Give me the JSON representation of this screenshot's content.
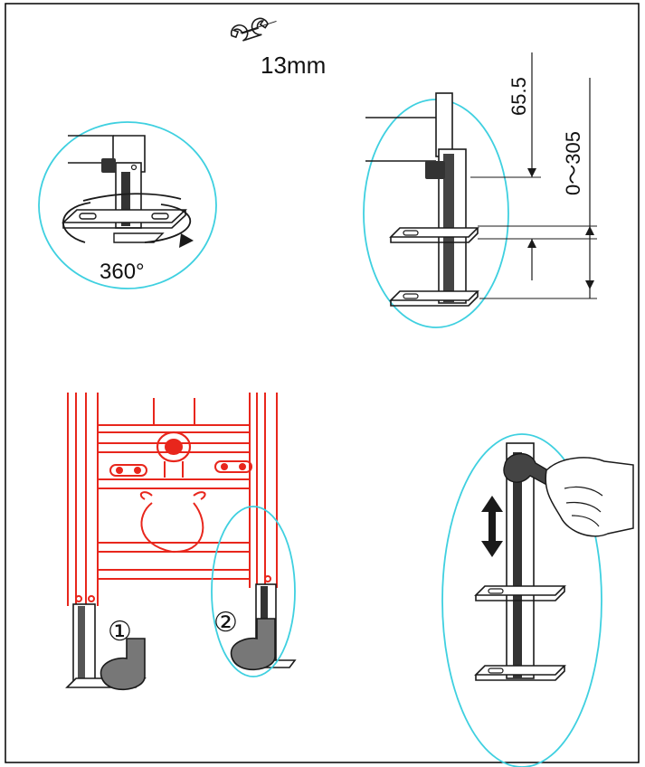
{
  "tool": {
    "icon": "wrench-icon",
    "size_label": "13mm"
  },
  "rotation": {
    "angle_label": "360°"
  },
  "dimensions": {
    "step_label": "65.5",
    "range_label": "0～305"
  },
  "steps": {
    "step1": "①",
    "step2": "②"
  },
  "colors": {
    "frame": "#e8261c",
    "highlight_circle": "#3fd0e0",
    "line": "#1a1a1a",
    "border": "#000000"
  }
}
